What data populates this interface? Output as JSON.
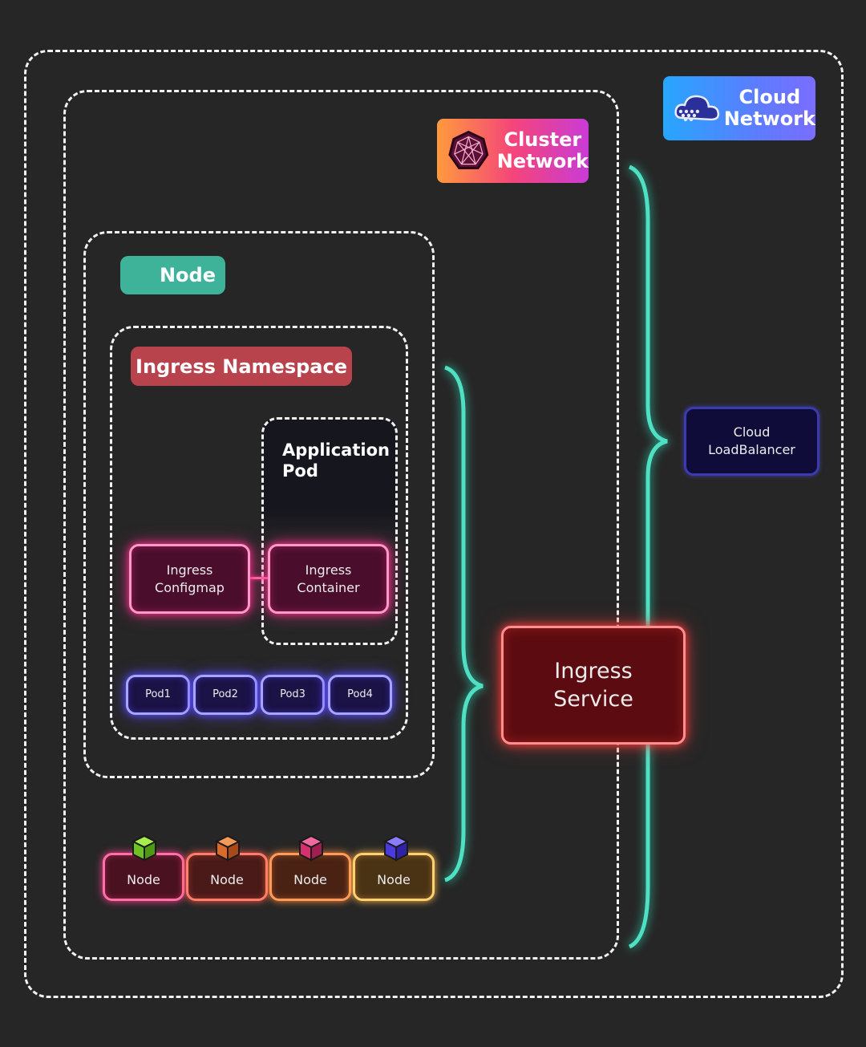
{
  "labels": {
    "cloud_network": [
      "Cloud",
      "Network"
    ],
    "cluster_network": [
      "Cluster",
      "Network"
    ],
    "node": "Node",
    "ingress_namespace": "Ingress Namespace",
    "application_pod": [
      "Application",
      "Pod"
    ],
    "ingress_configmap": [
      "Ingress",
      "Configmap"
    ],
    "ingress_container": [
      "Ingress",
      "Container"
    ],
    "pods": [
      "Pod1",
      "Pod2",
      "Pod3",
      "Pod4"
    ],
    "ingress_service": [
      "Ingress",
      "Service"
    ],
    "cloud_loadbalancer": [
      "Cloud",
      "LoadBalancer"
    ],
    "nodes": [
      "Node",
      "Node",
      "Node",
      "Node"
    ]
  },
  "colors": {
    "background": "#262626",
    "node_label": "#3fb39a",
    "namespace_label": "#b8434c",
    "brace": "#4fe0c4",
    "cube_colors": [
      "#7ad22c",
      "#d96a2a",
      "#d6306e",
      "#4a3be0"
    ],
    "node_borders": [
      "#ff6fa8",
      "#ff7d6a",
      "#ff9a5a",
      "#ffd070"
    ]
  },
  "icons": {
    "cloud_network": "cloud-network-icon",
    "cluster_network": "cluster-network-icon",
    "node_cube": "cube-icon"
  }
}
